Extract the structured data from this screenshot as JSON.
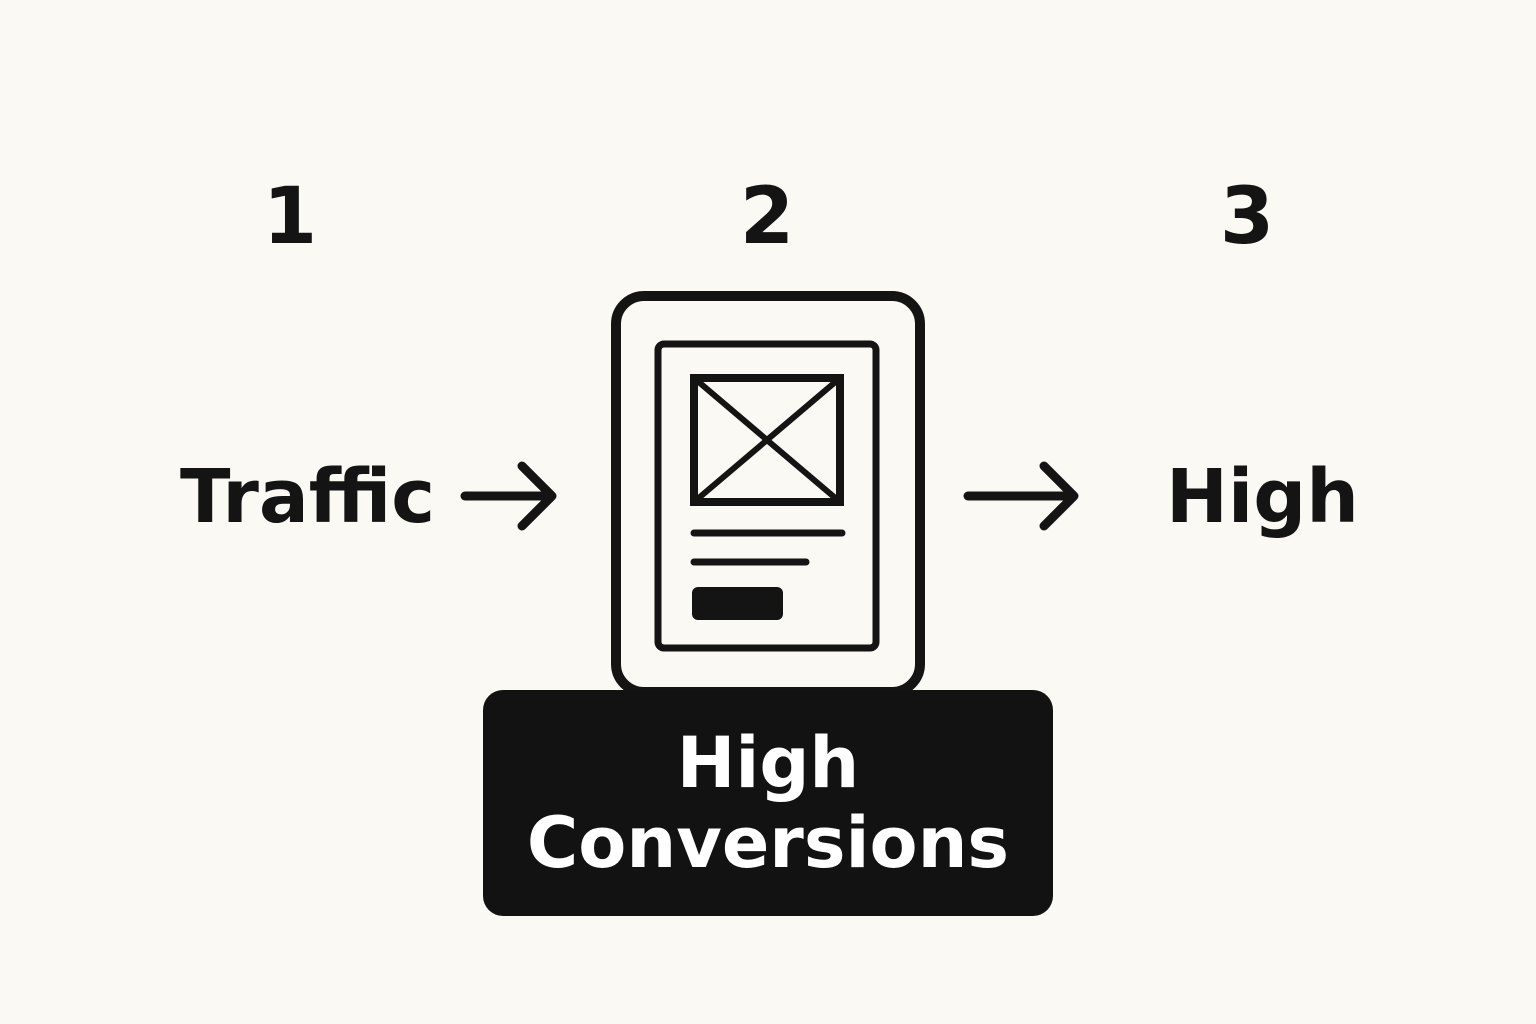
{
  "steps": {
    "one": "1",
    "two": "2",
    "three": "3"
  },
  "flow": {
    "input_label": "Traffic",
    "output_label": "High"
  },
  "result": {
    "line1": "High",
    "line2": "Conversions"
  },
  "icons": {
    "arrow_left": "right-arrow-icon",
    "arrow_right": "right-arrow-icon",
    "page": "landing-page-icon",
    "image": "image-placeholder-icon"
  },
  "colors": {
    "background": "#fbf9f4",
    "ink": "#141414",
    "result_box": "#121212",
    "result_text": "#ffffff"
  }
}
